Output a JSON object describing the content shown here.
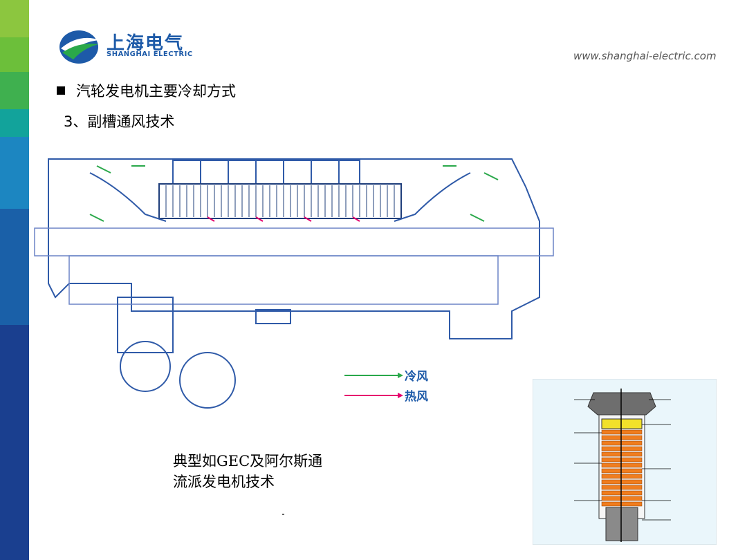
{
  "brand": {
    "name_cn": "上海电气",
    "name_en": "SHANGHAI ELECTRIC",
    "url": "www.shanghai-electric.com",
    "colors": {
      "blue": "#1d5aa8",
      "green": "#2aa84a"
    }
  },
  "stripes": [
    "#8cc63f",
    "#6cbf3a",
    "#3fb04f",
    "#12a39b",
    "#1c86c1",
    "#1a60a8",
    "#1a3f8f"
  ],
  "slide": {
    "heading": "汽轮发电机主要冷却方式",
    "subheading": "3、副槽通风技术",
    "caption_line1": "典型如GEC及阿尔斯通",
    "caption_line2": "流派发电机技术"
  },
  "diagram": {
    "legend": [
      {
        "label": "冷风",
        "color": "#2aa84a"
      },
      {
        "label": "热风",
        "color": "#e6006e"
      }
    ]
  },
  "icons": [
    "bullet-square-icon",
    "shanghai-electric-logo-icon"
  ]
}
